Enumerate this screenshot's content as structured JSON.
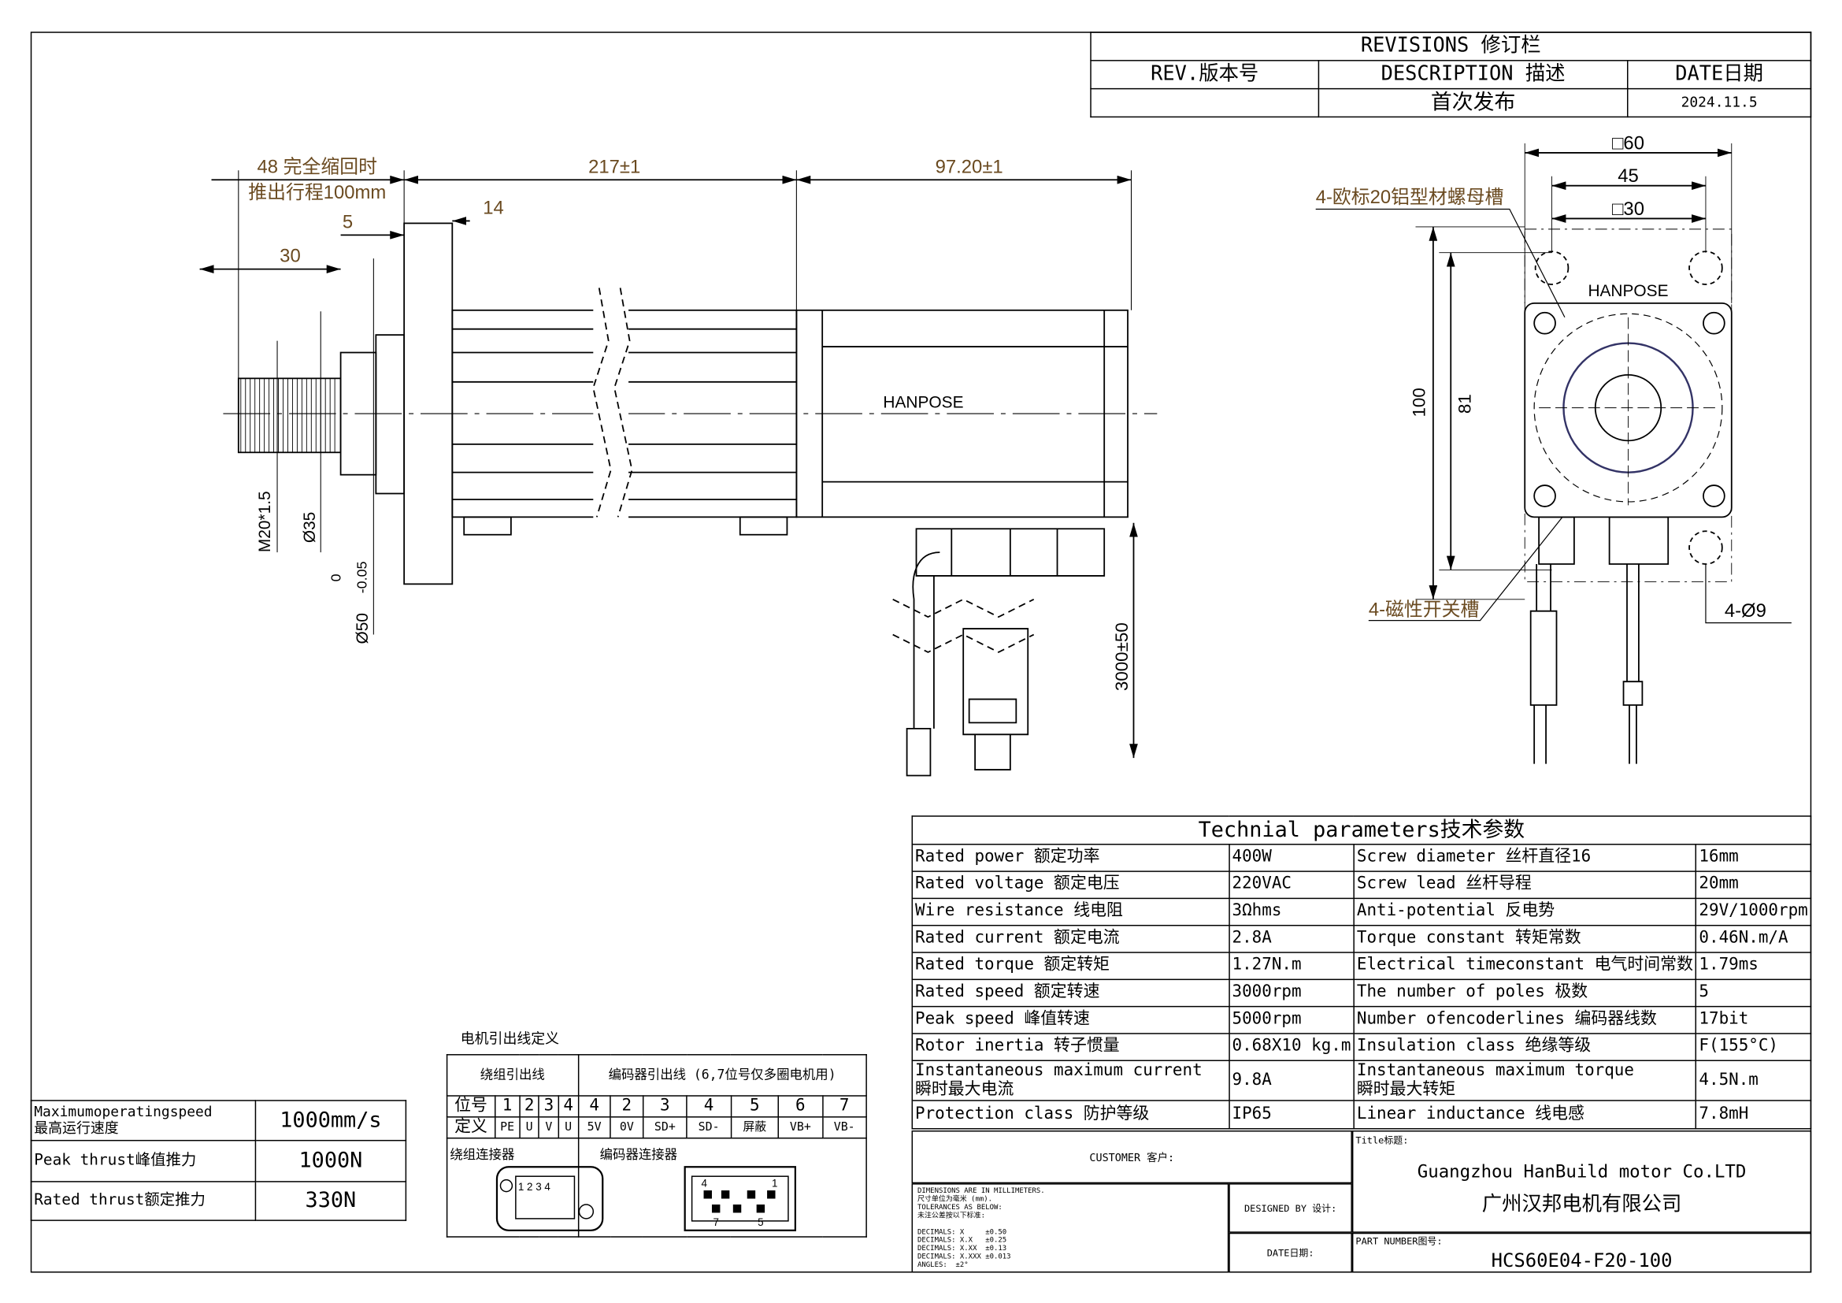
{
  "revisions": {
    "title": "REVISIONS 修订栏",
    "col_rev": "REV.版本号",
    "col_desc": "DESCRIPTION 描述",
    "col_date": "DATE日期",
    "rows": [
      {
        "rev": "",
        "desc": "首次发布",
        "date": "2024.11.5"
      }
    ]
  },
  "side_view": {
    "retract_note_1": "48 完全缩回时",
    "retract_note_2": "推出行程100mm",
    "dim_217": "217±1",
    "dim_97": "97.20±1",
    "dim_14": "14",
    "dim_5": "5",
    "dim_30": "30",
    "thread": "M20*1.5",
    "dia_35": "Ø35",
    "tol_upper": "0",
    "tol_lower": "-0.05",
    "dia_50": "Ø50",
    "brand": "HANPOSE",
    "cable_length": "3000±50"
  },
  "front_view": {
    "sq60": "□60",
    "dim_45": "45",
    "sq30": "□30",
    "nut_slot": "4-欧标20铝型材螺母槽",
    "brand": "HANPOSE",
    "dim_100": "100",
    "dim_81": "81",
    "switch_slot": "4-磁性开关槽",
    "holes": "4-Ø9"
  },
  "tech": {
    "title": "Technial parameters技术参数",
    "rows": [
      [
        "Rated power 额定功率",
        "400W",
        "Screw diameter 丝杆直径16",
        "16mm"
      ],
      [
        "Rated voltage 额定电压",
        "220VAC",
        "Screw lead 丝杆导程",
        "20mm"
      ],
      [
        "Wire resistance 线电阻",
        "3Ωhms",
        "Anti-potential 反电势",
        "29V/1000rpm"
      ],
      [
        "Rated current 额定电流",
        "2.8A",
        "Torque constant 转矩常数",
        "0.46N.m/A"
      ],
      [
        "Rated torque 额定转矩",
        "1.27N.m",
        "Electrical timeconstant 电气时间常数",
        "1.79ms"
      ],
      [
        "Rated speed 额定转速",
        "3000rpm",
        "The number of poles 极数",
        "5"
      ],
      [
        "Peak speed 峰值转速",
        "5000rpm",
        "Number ofencoderlines 编码器线数",
        "17bit"
      ],
      [
        "Rotor inertia 转子惯量",
        "0.68X10 kg.m",
        "Insulation class 绝缘等级",
        "F(155°C)"
      ]
    ],
    "inst_current_en": "Instantaneous maximum current",
    "inst_current_cn": "瞬时最大电流",
    "inst_current_val": "9.8A",
    "inst_torque_en": "Instantaneous maximum torque",
    "inst_torque_cn": "瞬时最大转矩",
    "inst_torque_val": "4.5N.m",
    "protection": "Protection class 防护等级",
    "protection_val": "IP65",
    "inductance": "Linear inductance 线电感",
    "inductance_val": "7.8mH"
  },
  "title_block": {
    "customer": "CUSTOMER 客户:",
    "tol_lines": [
      "DIMENSIONS ARE IN MILLIMETERS.",
      "尺寸单位为毫米 (mm).",
      "TOLERANCES AS BELOW:",
      "未注公差按以下标准:",
      "",
      "DECIMALS: X     ±0.50",
      "DECIMALS: X.X   ±0.25",
      "DECIMALS: X.XX  ±0.13",
      "DECIMALS: X.XXX ±0.013",
      "ANGLES:  ±2°"
    ],
    "designed_by": "DESIGNED BY 设计:",
    "date": "DATE日期:",
    "title_label": "Title标题:",
    "company_en": "Guangzhou HanBuild motor Co.LTD",
    "company_cn": "广州汉邦电机有限公司",
    "part_label": "PART NUMBER图号:",
    "part_number": "HCS60E04-F20-100"
  },
  "perf": {
    "rows": [
      {
        "label_en": "Maximumoperatingspeed",
        "label_cn": "最高运行速度",
        "value": "1000mm/s"
      },
      {
        "label": "Peak thrust峰值推力",
        "value": "1000N"
      },
      {
        "label": "Rated thrust额定推力",
        "value": "330N"
      }
    ]
  },
  "wiring": {
    "title": "电机引出线定义",
    "winding_header": "绕组引出线",
    "encoder_header": "编码器引出线 (6,7位号仅多圈电机用)",
    "pos_label": "位号",
    "def_label": "定义",
    "winding_pos": [
      "1",
      "2",
      "3",
      "4"
    ],
    "winding_def": [
      "PE",
      "U",
      "V",
      "U"
    ],
    "encoder_pos": [
      "4",
      "2",
      "3",
      "4",
      "5",
      "6",
      "7"
    ],
    "encoder_def": [
      "5V",
      "0V",
      "SD+",
      "SD-",
      "屏蔽",
      "VB+",
      "VB-"
    ],
    "winding_connector": "绕组连接器",
    "encoder_connector": "编码器连接器",
    "winding_pins": "1 2 3 4",
    "enc_pin_4": "4",
    "enc_pin_1": "1",
    "enc_pin_7": "7",
    "enc_pin_5": "5"
  }
}
